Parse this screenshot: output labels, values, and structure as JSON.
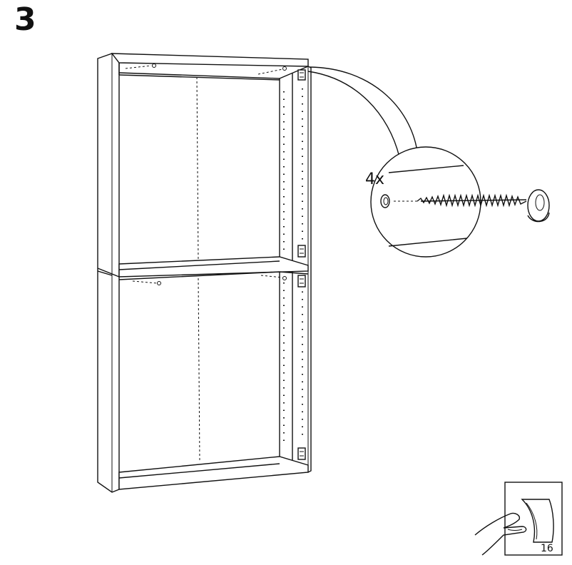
{
  "step": {
    "number": "3"
  },
  "detail": {
    "quantity": "4x"
  },
  "footer": {
    "page_number": "16"
  },
  "icons": {
    "page_turn": "turn-page-icon",
    "screw": "screw-icon",
    "hinge": "hinge-icon"
  }
}
